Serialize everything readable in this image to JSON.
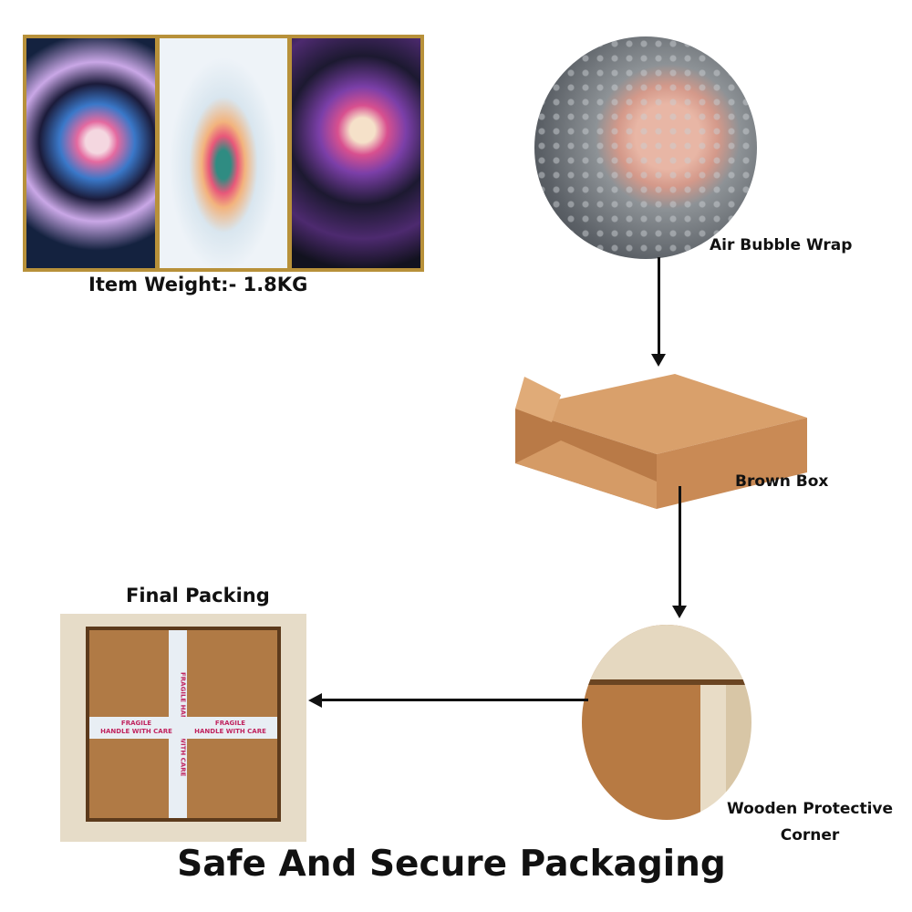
{
  "labels": {
    "item_weight": "Item Weight:- 1.8KG",
    "air_bubble_wrap": "Air Bubble Wrap",
    "brown_box": "Brown Box",
    "wooden_corner_line1": "Wooden Protective",
    "wooden_corner_line2": "Corner",
    "final_packing": "Final Packing",
    "title": "Safe And Secure Packaging"
  },
  "tape": {
    "word": "FRAGILE",
    "subtext": "HANDLE WITH CARE"
  },
  "colors": {
    "text": "#111111",
    "tape_print": "#c0245f",
    "cardboard": "#c98f5c"
  }
}
